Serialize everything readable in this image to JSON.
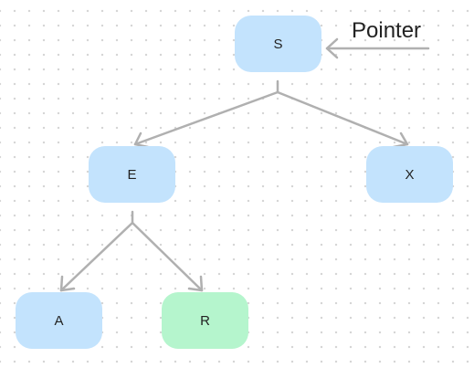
{
  "diagram": {
    "colors": {
      "default_node": "#c3e3fd",
      "highlight_node": "#b5f5cd",
      "edge": "#b0b0b0"
    },
    "nodes": [
      {
        "id": "s",
        "label": "S",
        "state": "default"
      },
      {
        "id": "e",
        "label": "E",
        "state": "default"
      },
      {
        "id": "x",
        "label": "X",
        "state": "default"
      },
      {
        "id": "a",
        "label": "A",
        "state": "default"
      },
      {
        "id": "r",
        "label": "R",
        "state": "highlight"
      }
    ],
    "edges": [
      {
        "from": "s",
        "to": "e"
      },
      {
        "from": "s",
        "to": "x"
      },
      {
        "from": "e",
        "to": "a"
      },
      {
        "from": "e",
        "to": "r"
      }
    ],
    "pointer": {
      "label": "Pointer",
      "target": "s"
    }
  }
}
